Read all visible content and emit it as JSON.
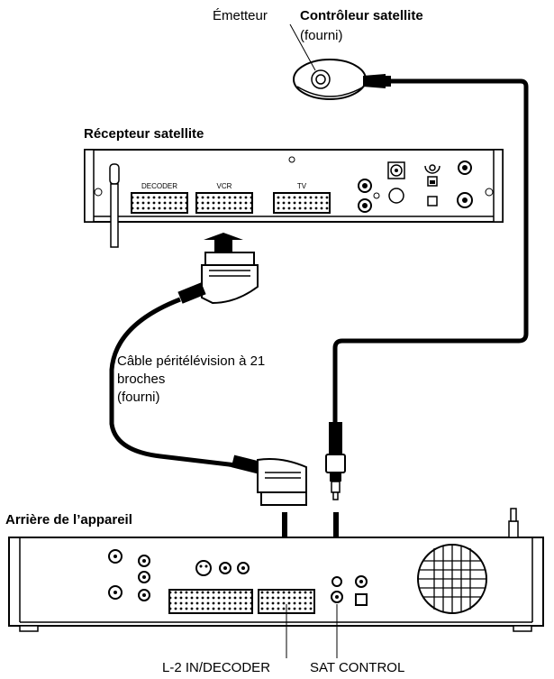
{
  "labels": {
    "emitter": "Émetteur",
    "controller_title": "Contrôleur satellite",
    "controller_note": "(fourni)",
    "receiver_title": "Récepteur satellite",
    "cable_line1": "Câble péritélévision à 21",
    "cable_line2": "broches",
    "cable_line3": "(fourni)",
    "unit_title": "Arrière de l’appareil",
    "l2_label": "L-2 IN/DECODER",
    "sat_label": "SAT CONTROL"
  },
  "receiver_ports": {
    "decoder": "DECODER",
    "vcr": "VCR",
    "tv": "TV"
  }
}
